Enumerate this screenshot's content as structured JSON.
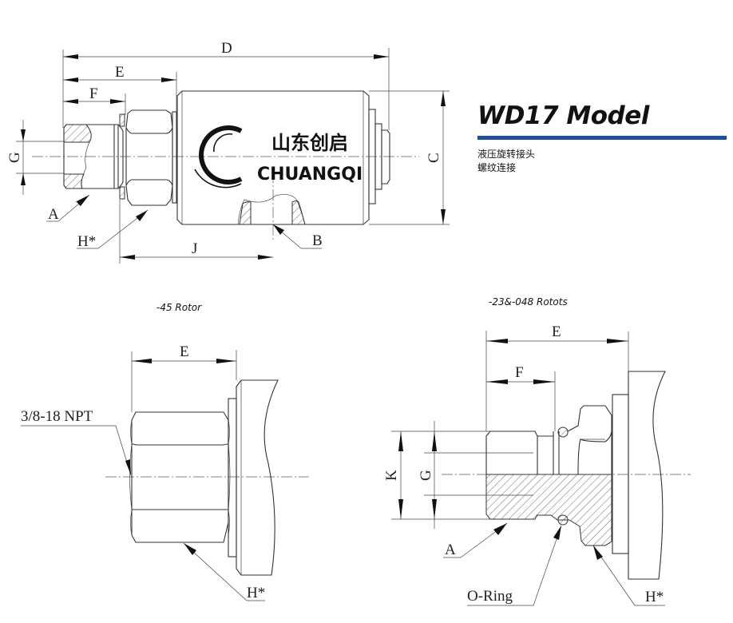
{
  "title": {
    "model": "WD17 Model",
    "subtitle_lines": [
      "液压旋转接头",
      "螺纹连接"
    ],
    "accent_color": "#1f4e9c"
  },
  "brand": {
    "name_cn": "山东创启",
    "name_en": "CHUANGQI",
    "logo_icon": "c-logo-icon"
  },
  "main_view": {
    "dimensions": {
      "D": "D",
      "E": "E",
      "F": "F",
      "G": "G",
      "C": "C",
      "J": "J"
    },
    "callouts": {
      "A": "A",
      "H": "H*",
      "B": "B"
    }
  },
  "rotor_45": {
    "caption": "-45 Rotor",
    "dimension_E": "E",
    "thread_label": "3/8-18 NPT",
    "callout_H": "H*"
  },
  "rotor_23_048": {
    "caption": "-23&-048 Rotots",
    "dimension_E": "E",
    "dimension_F": "F",
    "dimension_K": "K",
    "dimension_G": "G",
    "callout_A": "A",
    "callout_oring": "O-Ring",
    "callout_H": "H*"
  }
}
